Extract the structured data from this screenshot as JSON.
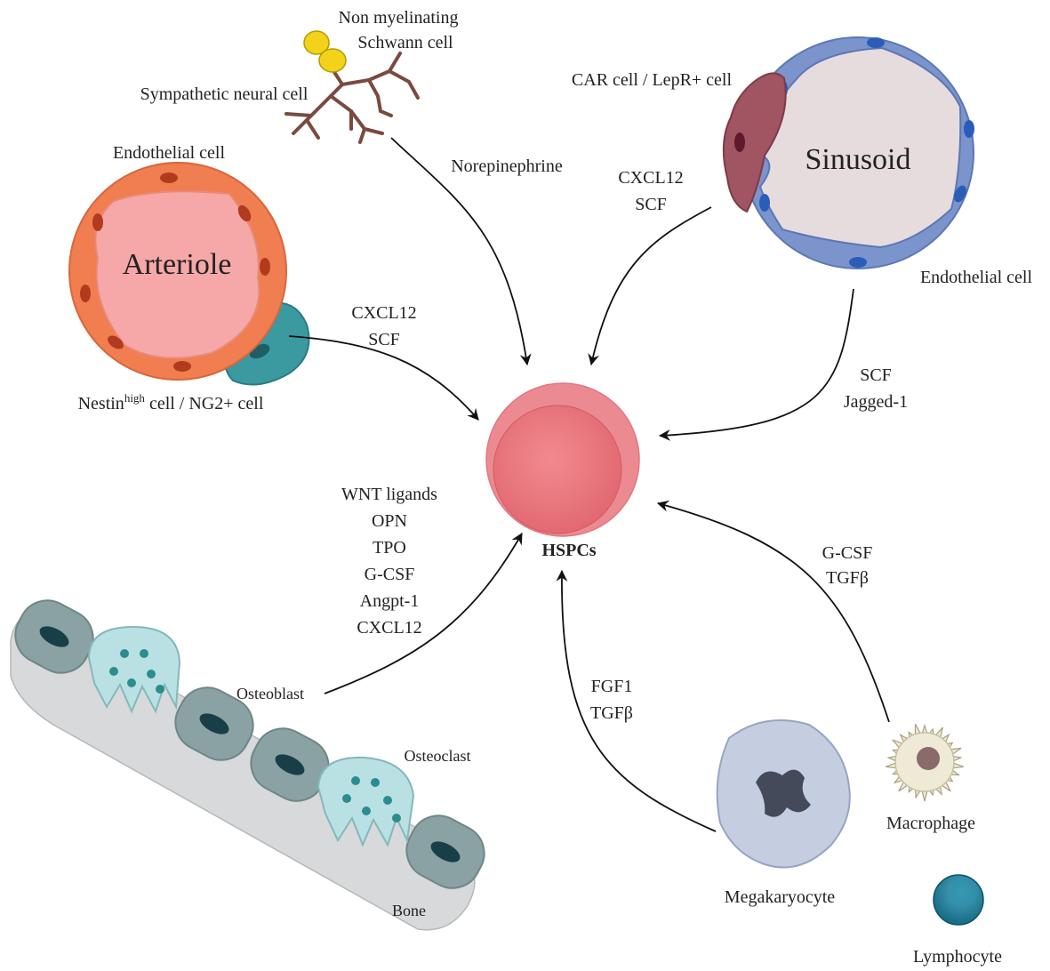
{
  "labels": {
    "schwann_line1": "Non myelinating",
    "schwann_line2": "Schwann cell",
    "sympathetic": "Sympathetic neural cell",
    "car_cell": "CAR cell / LepR+ cell",
    "sinusoid": "Sinusoid",
    "endothelial_arteriole": "Endothelial cell",
    "endothelial_sinusoid": "Endothelial cell",
    "arteriole": "Arteriole",
    "nestin_prefix": "Nestin",
    "nestin_superscript": "high",
    "nestin_suffix": " cell / NG2+ cell",
    "osteoblast": "Osteoblast",
    "osteoclast": "Osteoclast",
    "bone": "Bone",
    "megakaryocyte": "Megakaryocyte",
    "macrophage": "Macrophage",
    "lymphocyte": "Lymphocyte",
    "hspcs": "HSPCs"
  },
  "signals": {
    "neural": "Norepinephrine",
    "car": [
      "CXCL12",
      "SCF"
    ],
    "arteriole": [
      "CXCL12",
      "SCF"
    ],
    "endothelial": [
      "SCF",
      "Jagged-1"
    ],
    "osteoblast": [
      "WNT ligands",
      "OPN",
      "TPO",
      "G-CSF",
      "Angpt-1",
      "CXCL12"
    ],
    "megakaryocyte": [
      "FGF1",
      "TGFβ"
    ],
    "macrophage": [
      "G-CSF",
      "TGFβ"
    ]
  },
  "colors": {
    "arteriole_wall": "#f07e50",
    "arteriole_lumen": "#f6a8a8",
    "nestin_cell": "#3a9aa0",
    "sinusoid_wall": "#7b94cc",
    "sinusoid_lumen": "#e6dcde",
    "car_cell": "#a15462",
    "hspc": "#e8767c",
    "bone": "#d7d9da",
    "osteoblast": "#8aa2a3",
    "osteoclast": "#b9e1e4",
    "megakaryocyte": "#c5cde0",
    "macrophage": "#efead6",
    "lymphocyte": "#1f7f98",
    "schwann": "#f3d21a",
    "neuron": "#7a4a3e"
  }
}
